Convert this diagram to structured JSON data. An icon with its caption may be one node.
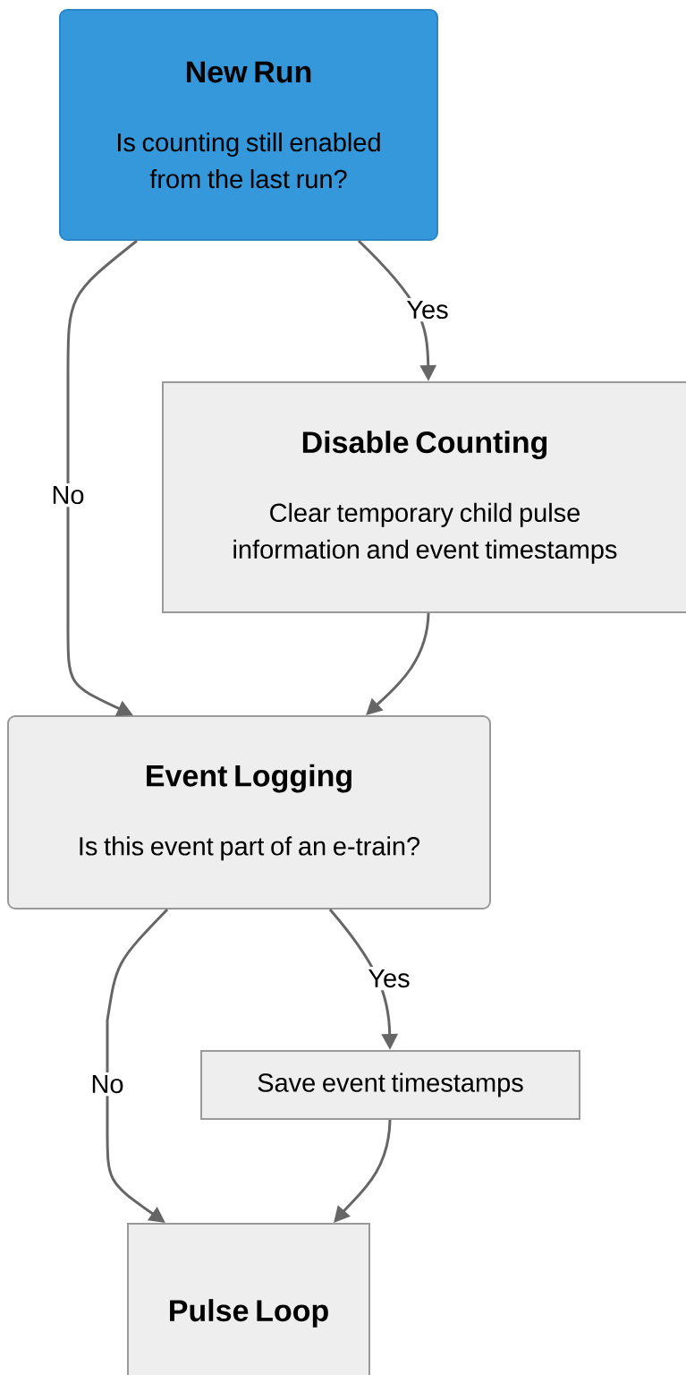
{
  "diagram": {
    "nodes": [
      {
        "text": [
          "New Run",
          "Is counting still enabled from the last run?"
        ]
      },
      {
        "text": [
          "Disable Counting",
          "Clear temporary child pulse information and event timestamps"
        ]
      },
      {
        "text": [
          "Event Logging",
          "Is this event part of an e-train?"
        ]
      },
      {
        "text": [
          "Save event timestamps"
        ]
      },
      {
        "text": [
          "Pulse Loop"
        ]
      }
    ],
    "edges": [
      {
        "from": 0,
        "to": 1,
        "arrow": "to",
        "label": "Yes"
      },
      {
        "from": 0,
        "to": 2,
        "arrow": "to",
        "label": "No"
      },
      {
        "from": 1,
        "to": 2,
        "arrow": "to"
      },
      {
        "from": 2,
        "to": 3,
        "arrow": "to",
        "label": "Yes"
      },
      {
        "from": 2,
        "to": 4,
        "arrow": "to",
        "label": "No"
      },
      {
        "from": 3,
        "to": 4,
        "arrow": "to"
      }
    ]
  }
}
